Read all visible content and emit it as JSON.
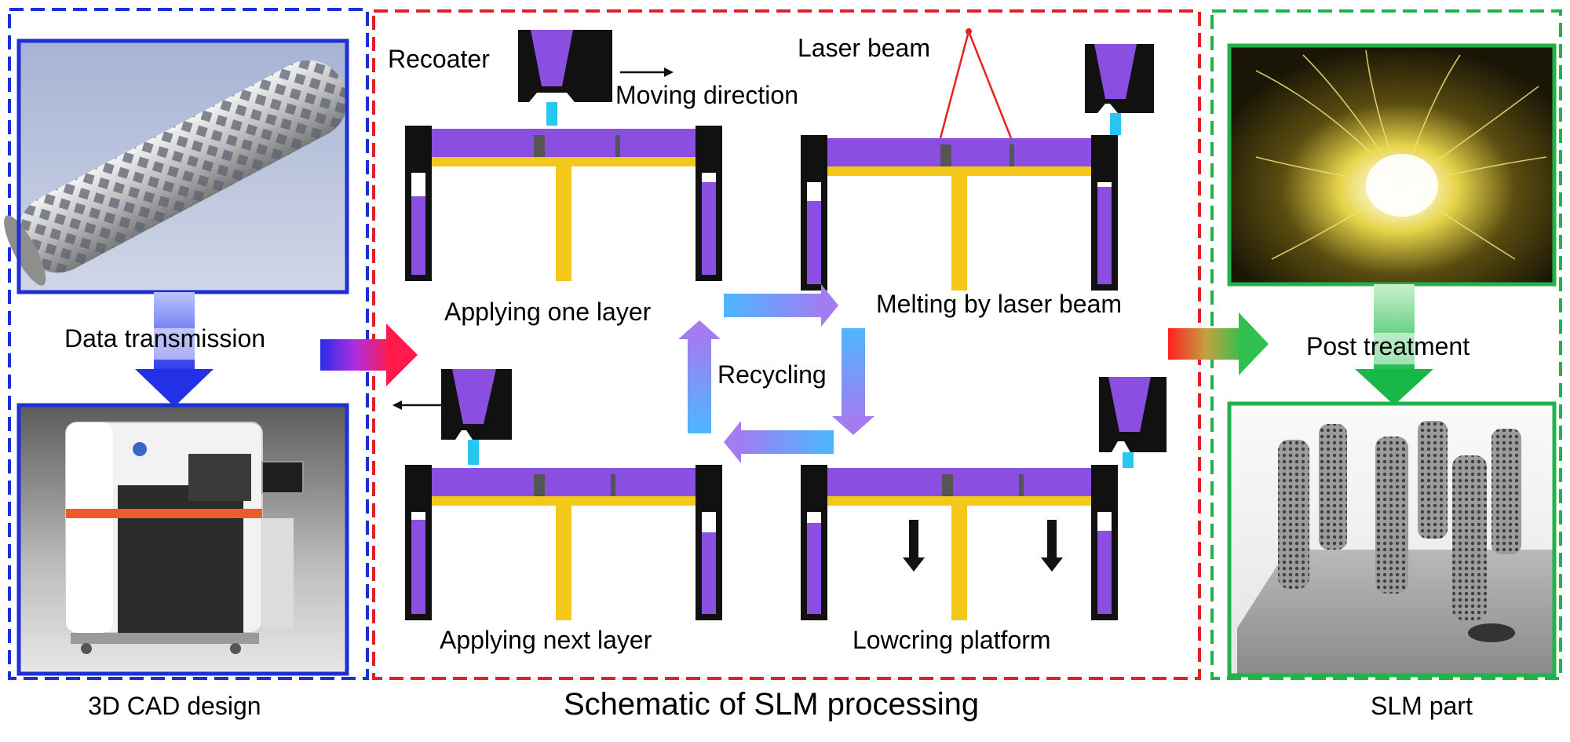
{
  "panels": {
    "left": {
      "caption": "3D CAD design",
      "arrow_label": "Data transmission",
      "color": "#1f2fd6"
    },
    "middle": {
      "caption": "Schematic of SLM processing",
      "color": "#e0202a"
    },
    "right": {
      "caption": "SLM part",
      "arrow_label": "Post treatment",
      "color": "#22b24c"
    }
  },
  "process": {
    "recoater_label": "Recoater",
    "moving_direction_label": "Moving direction",
    "laser_beam_label": "Laser beam",
    "steps": {
      "applying_one_layer": "Applying one layer",
      "melting_by_laser_beam": "Melting by laser beam",
      "applying_next_layer": "Applying next layer",
      "lowering_platform": "Lowcring platform"
    },
    "cycle_label": "Recycling"
  },
  "colors": {
    "powder": "#8a4fe0",
    "platform": "#f4c81a",
    "nozzle_jet": "#27c7f0",
    "laser": "#e82020",
    "equipment": "#111111"
  }
}
